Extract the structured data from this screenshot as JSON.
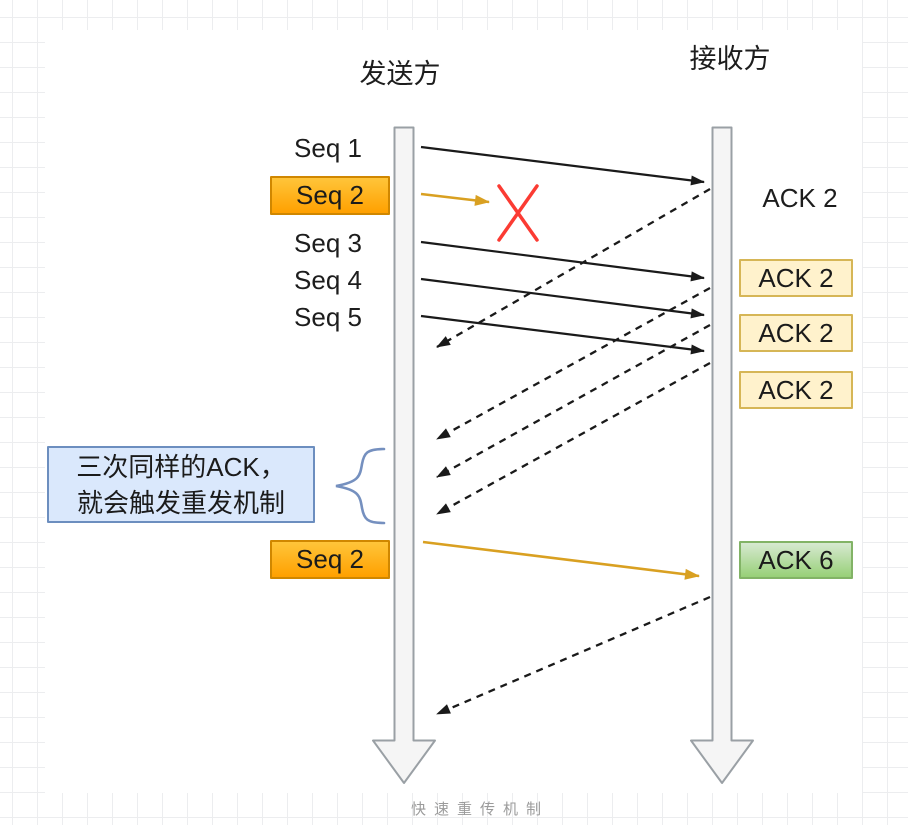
{
  "caption": "快速重传机制",
  "headers": {
    "sender": "发送方",
    "receiver": "接收方"
  },
  "seq_labels": {
    "seq1": "Seq 1",
    "seq2_lost": "Seq 2",
    "seq3": "Seq 3",
    "seq4": "Seq 4",
    "seq5": "Seq 5",
    "seq2_retransmit": "Seq 2"
  },
  "ack_labels": {
    "ack2_first": "ACK 2",
    "ack2_dup1": "ACK 2",
    "ack2_dup2": "ACK 2",
    "ack2_dup3": "ACK 2",
    "ack6": "ACK 6"
  },
  "note": {
    "line1": "三次同样的ACK，",
    "line2": "就会触发重发机制"
  },
  "colors": {
    "seq_highlight_fill_top": "#ffc53a",
    "seq_highlight_fill_bottom": "#ffa000",
    "seq_highlight_border": "#d08700",
    "dup_ack_fill": "#fff2cc",
    "dup_ack_border": "#d6b656",
    "ack6_fill_top": "#d7e9d1",
    "ack6_fill_bottom": "#97d077",
    "ack6_border": "#82b366",
    "note_fill": "#dae8fc",
    "note_border": "#6c8ebf",
    "timeline_fill": "#f5f5f5",
    "timeline_border": "#9aa0a5",
    "data_arrow": "#1a1a1a",
    "retransmit_arrow": "#d9a021",
    "loss_cross": "#fb3b33",
    "brace": "#7590bf"
  }
}
